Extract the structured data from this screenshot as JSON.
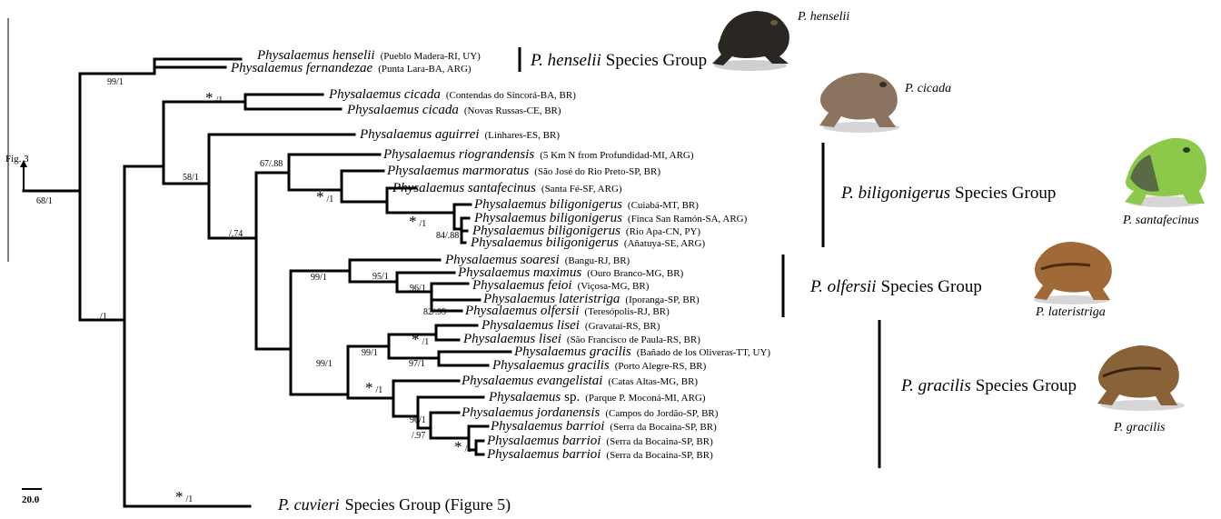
{
  "figure": {
    "fig3_label": "Fig. 3",
    "scale_label": "20.0"
  },
  "species": [
    {
      "name": "Physalaemus henselii",
      "locality": "(Pueblo Madera-RI, UY)"
    },
    {
      "name": "Physalaemus fernandezae",
      "locality": "(Punta Lara-BA, ARG)"
    },
    {
      "name": "Physalaemus cicada",
      "locality": "(Contendas do Sincorá-BA, BR)"
    },
    {
      "name": "Physalaemus cicada",
      "locality": "(Novas Russas-CE, BR)"
    },
    {
      "name": "Physalaemus aguirrei",
      "locality": "(Linhares-ES, BR)"
    },
    {
      "name": "Physalaemus riograndensis",
      "locality": "(5 Km N from Profundidad-MI, ARG)"
    },
    {
      "name": "Physalaemus marmoratus",
      "locality": "(São José do Rio Preto-SP, BR)"
    },
    {
      "name": "Physalaemus santafecinus",
      "locality": "(Santa Fé-SF, ARG)"
    },
    {
      "name": "Physalaemus biligonigerus",
      "locality": "(Cuiabá-MT, BR)"
    },
    {
      "name": "Physalaemus biligonigerus",
      "locality": "(Finca San Ramón-SA, ARG)"
    },
    {
      "name": "Physalaemus biligonigerus",
      "locality": "(Rio Apa-CN, PY)"
    },
    {
      "name": "Physalaemus biligonigerus",
      "locality": "(Añatuya-SE, ARG)"
    },
    {
      "name": "Physalaemus soaresi",
      "locality": "(Bangu-RJ, BR)"
    },
    {
      "name": "Physalaemus maximus",
      "locality": "(Ouro Branco-MG, BR)"
    },
    {
      "name": "Physalaemus feioi",
      "locality": "(Viçosa-MG, BR)"
    },
    {
      "name": "Physalaemus lateristriga",
      "locality": "(Iporanga-SP, BR)"
    },
    {
      "name": "Physalaemus olfersii",
      "locality": "(Teresópolis-RJ, BR)"
    },
    {
      "name": "Physalaemus lisei",
      "locality": "(Gravataí-RS, BR)"
    },
    {
      "name": "Physalaemus lisei",
      "locality": "(São Francisco de Paula-RS, BR)"
    },
    {
      "name": "Physalaemus gracilis",
      "locality": "(Bañado de los Oliveras-TT, UY)"
    },
    {
      "name": "Physalaemus gracilis",
      "locality": "(Porto Alegre-RS, BR)"
    },
    {
      "name": "Physalaemus evangelistai",
      "locality": "(Catas Altas-MG, BR)"
    },
    {
      "name": "Physalaemus",
      "name_plain": "sp.",
      "locality": "(Parque P. Moconá-MI, ARG)"
    },
    {
      "name": "Physalaemus jordanensis",
      "locality": "(Campos do Jordão-SP, BR)"
    },
    {
      "name": "Physalaemus barrioi",
      "locality": "(Serra da Bocaina-SP, BR)"
    },
    {
      "name": "Physalaemus barrioi",
      "locality": "(Serra da Bocaina-SP, BR)"
    },
    {
      "name": "Physalaemus barrioi",
      "locality": "(Serra da Bocaina-SP, BR)"
    }
  ],
  "cuvieri": {
    "italic": "P. cuvieri",
    "rest": "Species Group (Figure 5)"
  },
  "support": [
    {
      "star": "",
      "text": "99/1"
    },
    {
      "star": "*",
      "text": "/1"
    },
    {
      "star": "",
      "text": "67/.88"
    },
    {
      "star": "",
      "text": "58/1"
    },
    {
      "star": "*",
      "text": "/1"
    },
    {
      "star": "*",
      "text": "/1"
    },
    {
      "star": "",
      "text": "84/.88"
    },
    {
      "star": "",
      "text": "/.74"
    },
    {
      "star": "",
      "text": "68/1"
    },
    {
      "star": "",
      "text": "99/1"
    },
    {
      "star": "",
      "text": "95/1"
    },
    {
      "star": "",
      "text": "96/1"
    },
    {
      "star": "",
      "text": "82/.99"
    },
    {
      "star": "*",
      "text": "/1"
    },
    {
      "star": "",
      "text": "99/1"
    },
    {
      "star": "",
      "text": "99/1"
    },
    {
      "star": "",
      "text": "97/1"
    },
    {
      "star": "*",
      "text": "/1"
    },
    {
      "star": "",
      "text": "96/1"
    },
    {
      "star": "",
      "text": "/.97"
    },
    {
      "star": "*",
      "text": "/1"
    },
    {
      "star": "",
      "text": "/1"
    },
    {
      "star": "*",
      "text": "/1"
    }
  ],
  "groups": [
    {
      "italic": "P. henselii",
      "rest": "Species Group"
    },
    {
      "italic": "P. biligonigerus",
      "rest": "Species Group"
    },
    {
      "italic": "P. olfersii",
      "rest": "Species Group"
    },
    {
      "italic": "P. gracilis",
      "rest": "Species Group"
    }
  ],
  "photo_labels": [
    "P. henselii",
    "P. cicada",
    "P. santafecinus",
    "P. lateristriga",
    "P. gracilis"
  ],
  "colors": {
    "frog_dark": "#2a2622",
    "frog_cicada": "#8a7460",
    "frog_green": "#8cc84a",
    "frog_lateristriga": "#a06a38",
    "frog_gracilis": "#8a6238"
  }
}
